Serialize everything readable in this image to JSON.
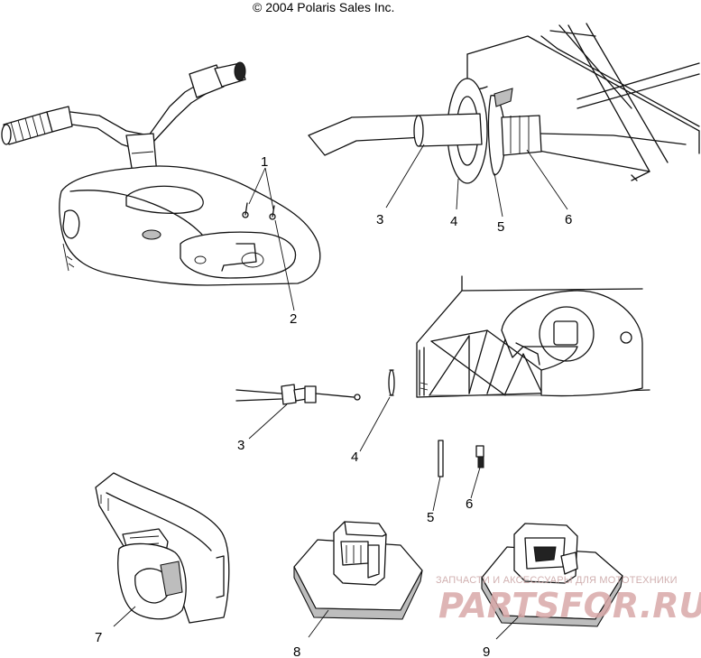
{
  "copyright": "© 2004 Polaris Sales Inc.",
  "callouts": {
    "screws_1": "1",
    "screw_2": "2",
    "upper_3": "3",
    "upper_4": "4",
    "upper_5": "5",
    "upper_6": "6",
    "mid_3": "3",
    "mid_4": "4",
    "mid_5": "5",
    "mid_6": "6",
    "part_7": "7",
    "part_8": "8",
    "part_9": "9"
  },
  "watermark": {
    "small_text": "ЗАПЧАСТИ И АКСЕССУАРЫ ДЛЯ МОТОТЕХНИКИ",
    "logo_text": "PARTSFOR.RU"
  }
}
